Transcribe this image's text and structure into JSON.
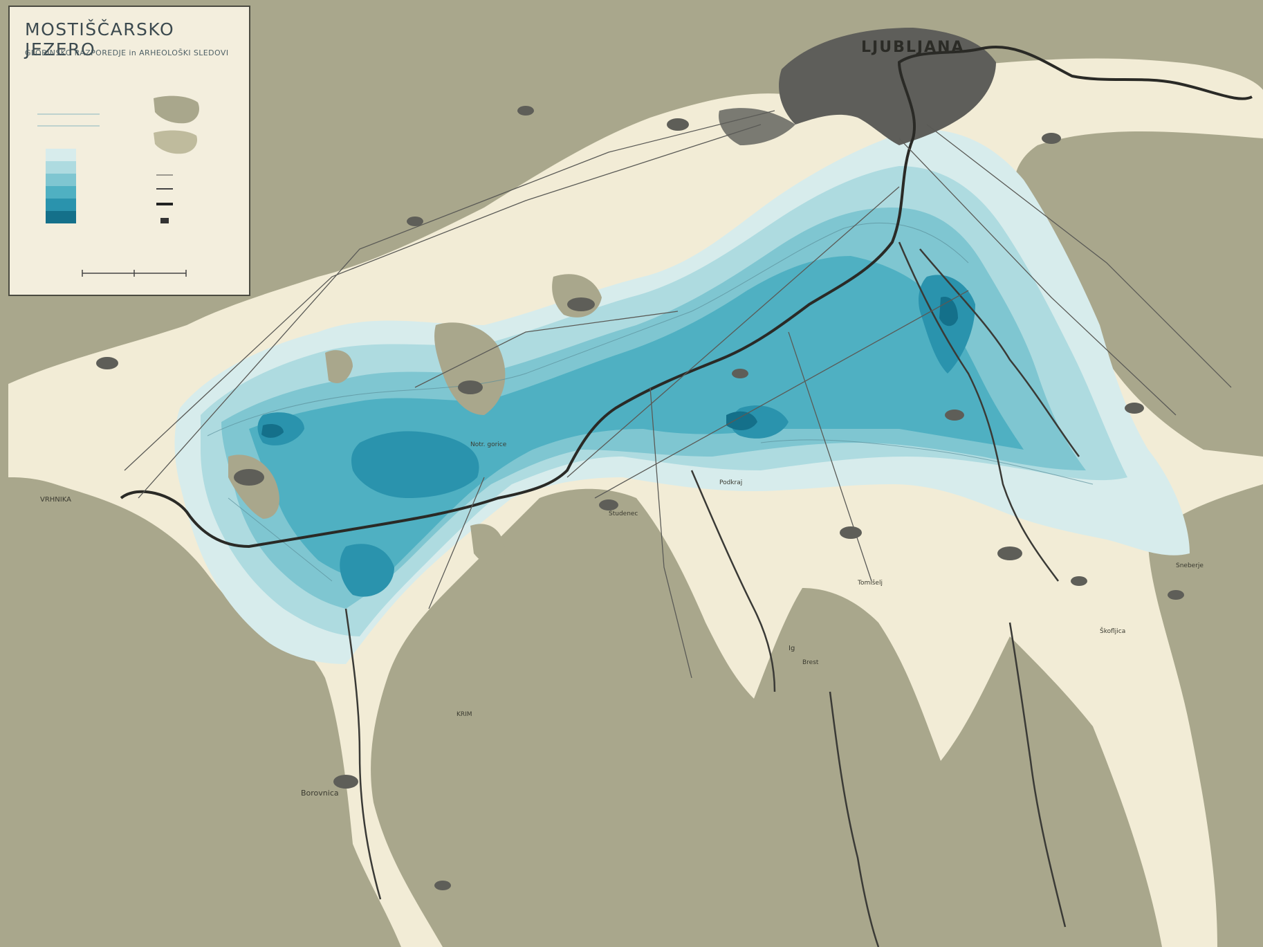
{
  "map": {
    "title": "MOSTIŠČARSKO JEZERO",
    "subtitle": "GLOBINSKO RAZPOREDJE in ARHEOLOŠKI SLEDOVI",
    "city_label": "LJUBLJANA",
    "place_labels": {
      "vrhnika": "VRHNIKA",
      "borovnica": "Borovnica",
      "krimpod": "KRIM",
      "ig": "Ig",
      "notranje": "Notr. gorice",
      "kamnik": "Podkraj",
      "skofljica": "Škofljica",
      "brest": "Brest",
      "tomisel": "Tomišelj",
      "studenec": "Studenec",
      "sneberje": "Sneberje"
    },
    "colors": {
      "land": "#a9a78c",
      "plain": "#f2ecd6",
      "city": "#5e5e5a",
      "depth": [
        "#d7ecec",
        "#aedbe0",
        "#7fc6d1",
        "#4fb0c2",
        "#2a93ad",
        "#14708a"
      ]
    },
    "legend": {
      "depth_scale_colors": [
        "#d7ecec",
        "#aedbe0",
        "#7fc6d1",
        "#4fb0c2",
        "#2a93ad",
        "#14708a"
      ]
    }
  }
}
